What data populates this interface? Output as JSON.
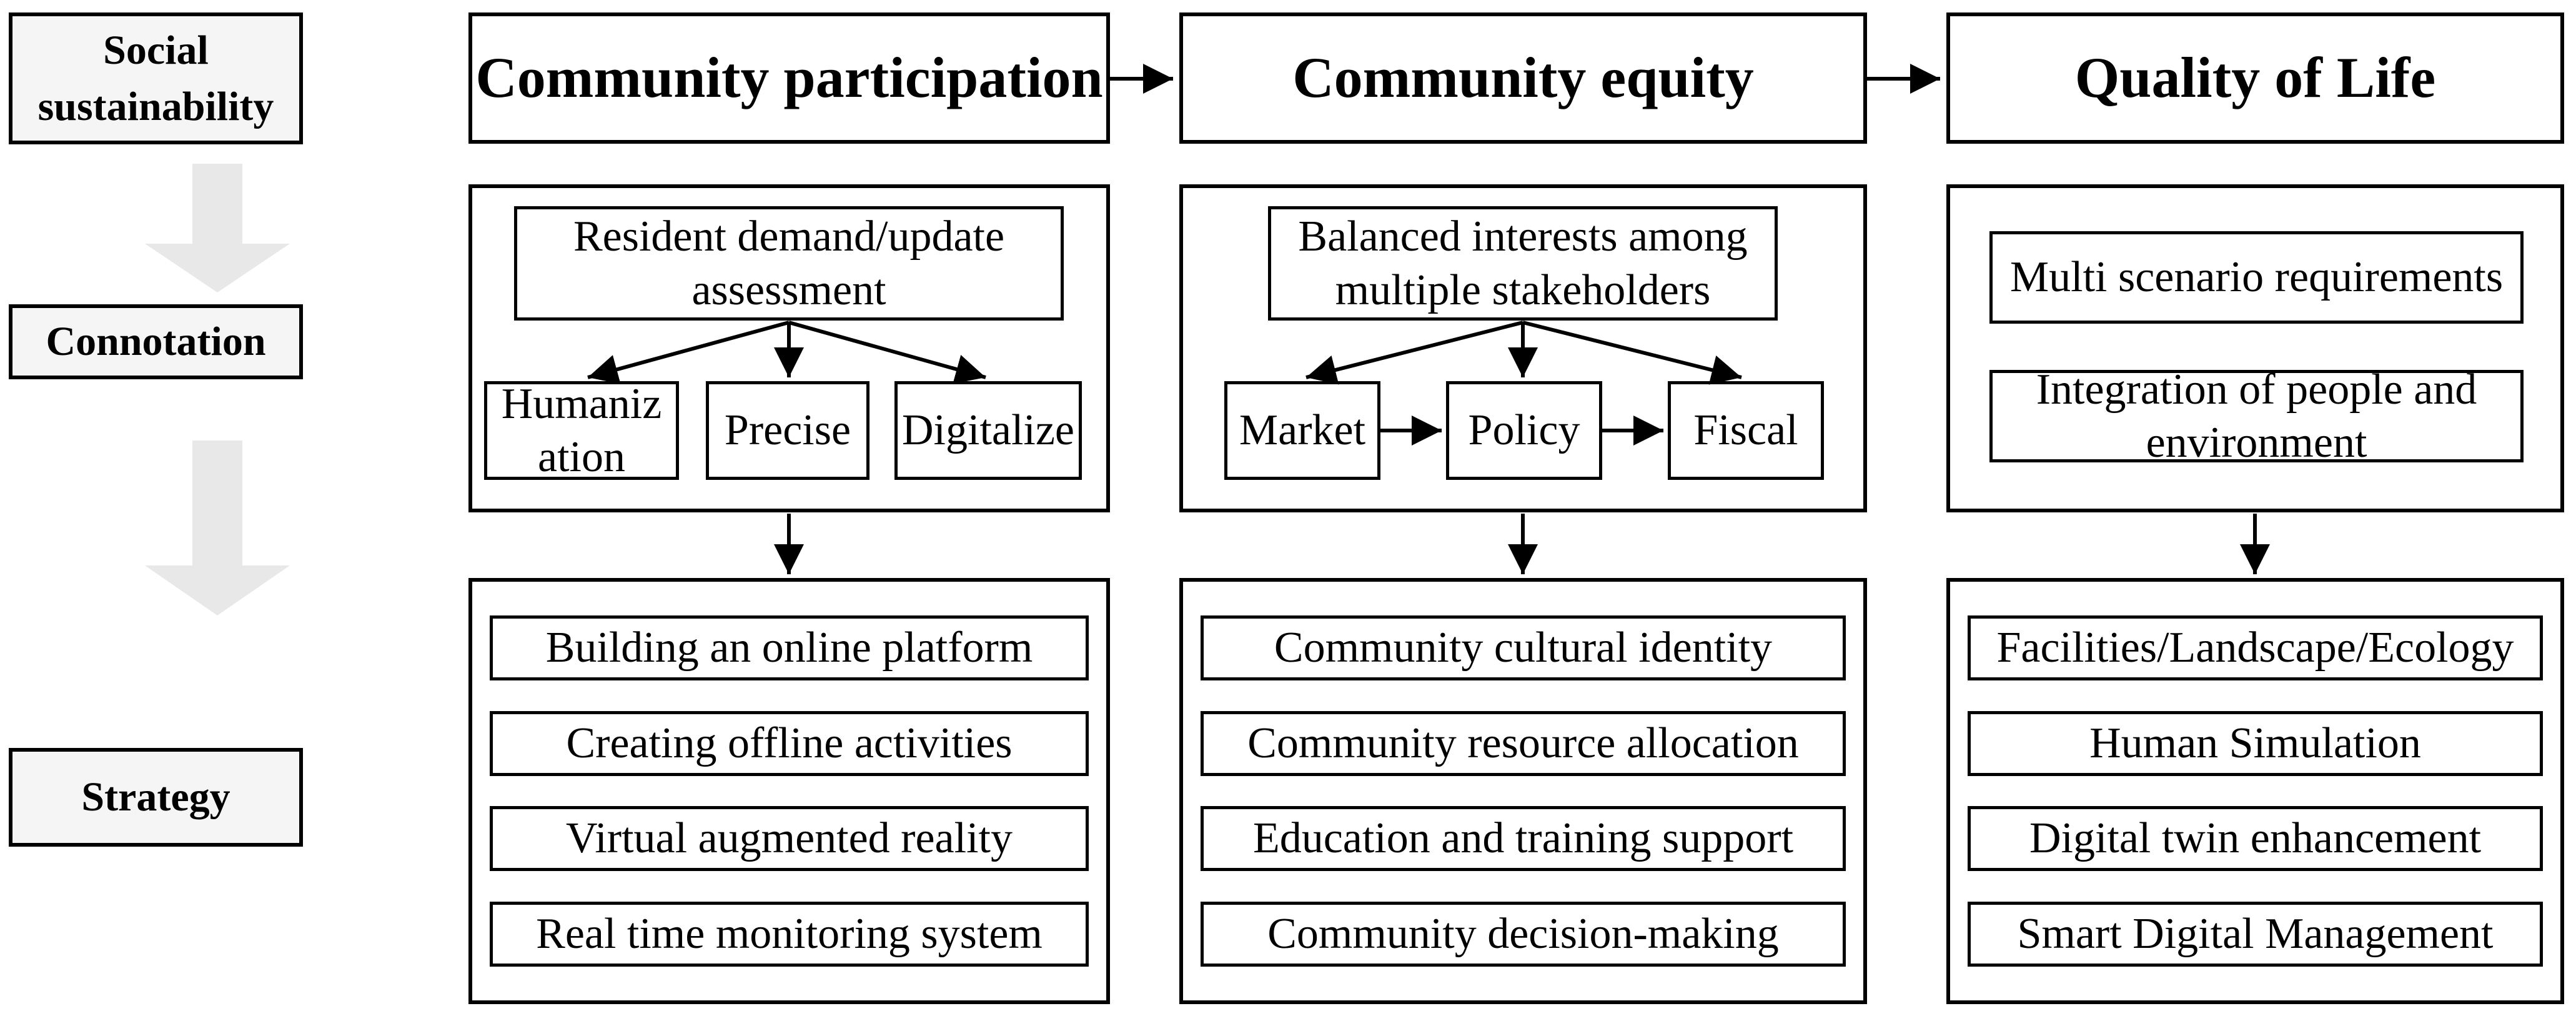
{
  "left_rail": {
    "items": [
      {
        "label": "Social sustainability"
      },
      {
        "label": "Connotation"
      },
      {
        "label": "Strategy"
      }
    ]
  },
  "columns": [
    {
      "header": "Community participation",
      "connotation_main": "Resident demand/update assessment",
      "connotation_children": [
        "Humaniz\nation",
        "Precise",
        "Digitalize"
      ],
      "strategy_items": [
        "Building an online platform",
        "Creating offline activities",
        "Virtual augmented reality",
        "Real time monitoring system"
      ]
    },
    {
      "header": "Community equity",
      "connotation_main": "Balanced interests among multiple stakeholders",
      "connotation_children": [
        "Market",
        "Policy",
        "Fiscal"
      ],
      "strategy_items": [
        "Community cultural identity",
        "Community resource allocation",
        "Education and training support",
        "Community decision-making"
      ]
    },
    {
      "header": "Quality of Life",
      "connotation_boxes": [
        "Multi scenario requirements",
        "Integration of people and environment"
      ],
      "strategy_items": [
        "Facilities/Landscape/Ecology",
        "Human Simulation",
        "Digital twin enhancement",
        "Smart Digital Management"
      ]
    }
  ],
  "colors": {
    "accent_fill": "#f5f5f5",
    "flow_arrow": "#e8e8e8",
    "line": "#000000"
  }
}
